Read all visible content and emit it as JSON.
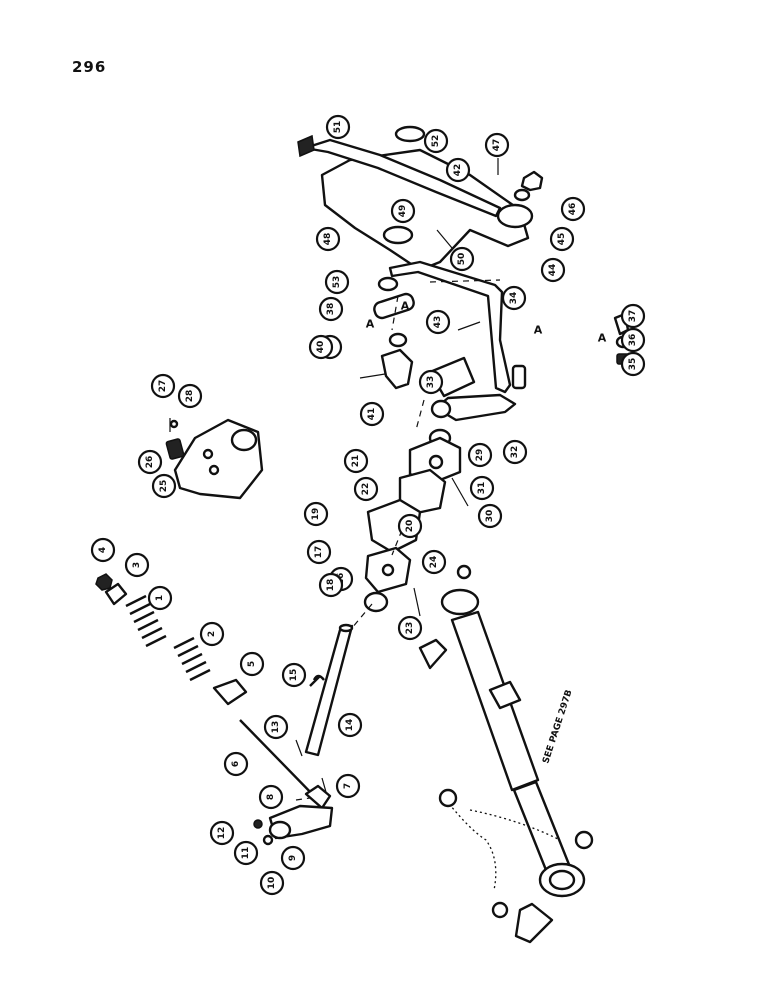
{
  "page_number": "296",
  "reference_note": "SEE PAGE 297B",
  "view_marker": "A",
  "callouts": [
    {
      "label": "1"
    },
    {
      "label": "2"
    },
    {
      "label": "3"
    },
    {
      "label": "4"
    },
    {
      "label": "5"
    },
    {
      "label": "6"
    },
    {
      "label": "7"
    },
    {
      "label": "8"
    },
    {
      "label": "9"
    },
    {
      "label": "10"
    },
    {
      "label": "11"
    },
    {
      "label": "12"
    },
    {
      "label": "13"
    },
    {
      "label": "14"
    },
    {
      "label": "15"
    },
    {
      "label": "16"
    },
    {
      "label": "17"
    },
    {
      "label": "18"
    },
    {
      "label": "19"
    },
    {
      "label": "20"
    },
    {
      "label": "21"
    },
    {
      "label": "22"
    },
    {
      "label": "23"
    },
    {
      "label": "24"
    },
    {
      "label": "25"
    },
    {
      "label": "26"
    },
    {
      "label": "27"
    },
    {
      "label": "28"
    },
    {
      "label": "29"
    },
    {
      "label": "30"
    },
    {
      "label": "31"
    },
    {
      "label": "32"
    },
    {
      "label": "33"
    },
    {
      "label": "34"
    },
    {
      "label": "35"
    },
    {
      "label": "36"
    },
    {
      "label": "37"
    },
    {
      "label": "38"
    },
    {
      "label": "39"
    },
    {
      "label": "40"
    },
    {
      "label": "41"
    },
    {
      "label": "42"
    },
    {
      "label": "43"
    },
    {
      "label": "44"
    },
    {
      "label": "45"
    },
    {
      "label": "46"
    },
    {
      "label": "47"
    },
    {
      "label": "48"
    },
    {
      "label": "49"
    },
    {
      "label": "50"
    },
    {
      "label": "51"
    },
    {
      "label": "52"
    },
    {
      "label": "53"
    },
    {
      "label": "21"
    },
    {
      "label": "22"
    },
    {
      "label": "29"
    },
    {
      "label": "40"
    }
  ]
}
